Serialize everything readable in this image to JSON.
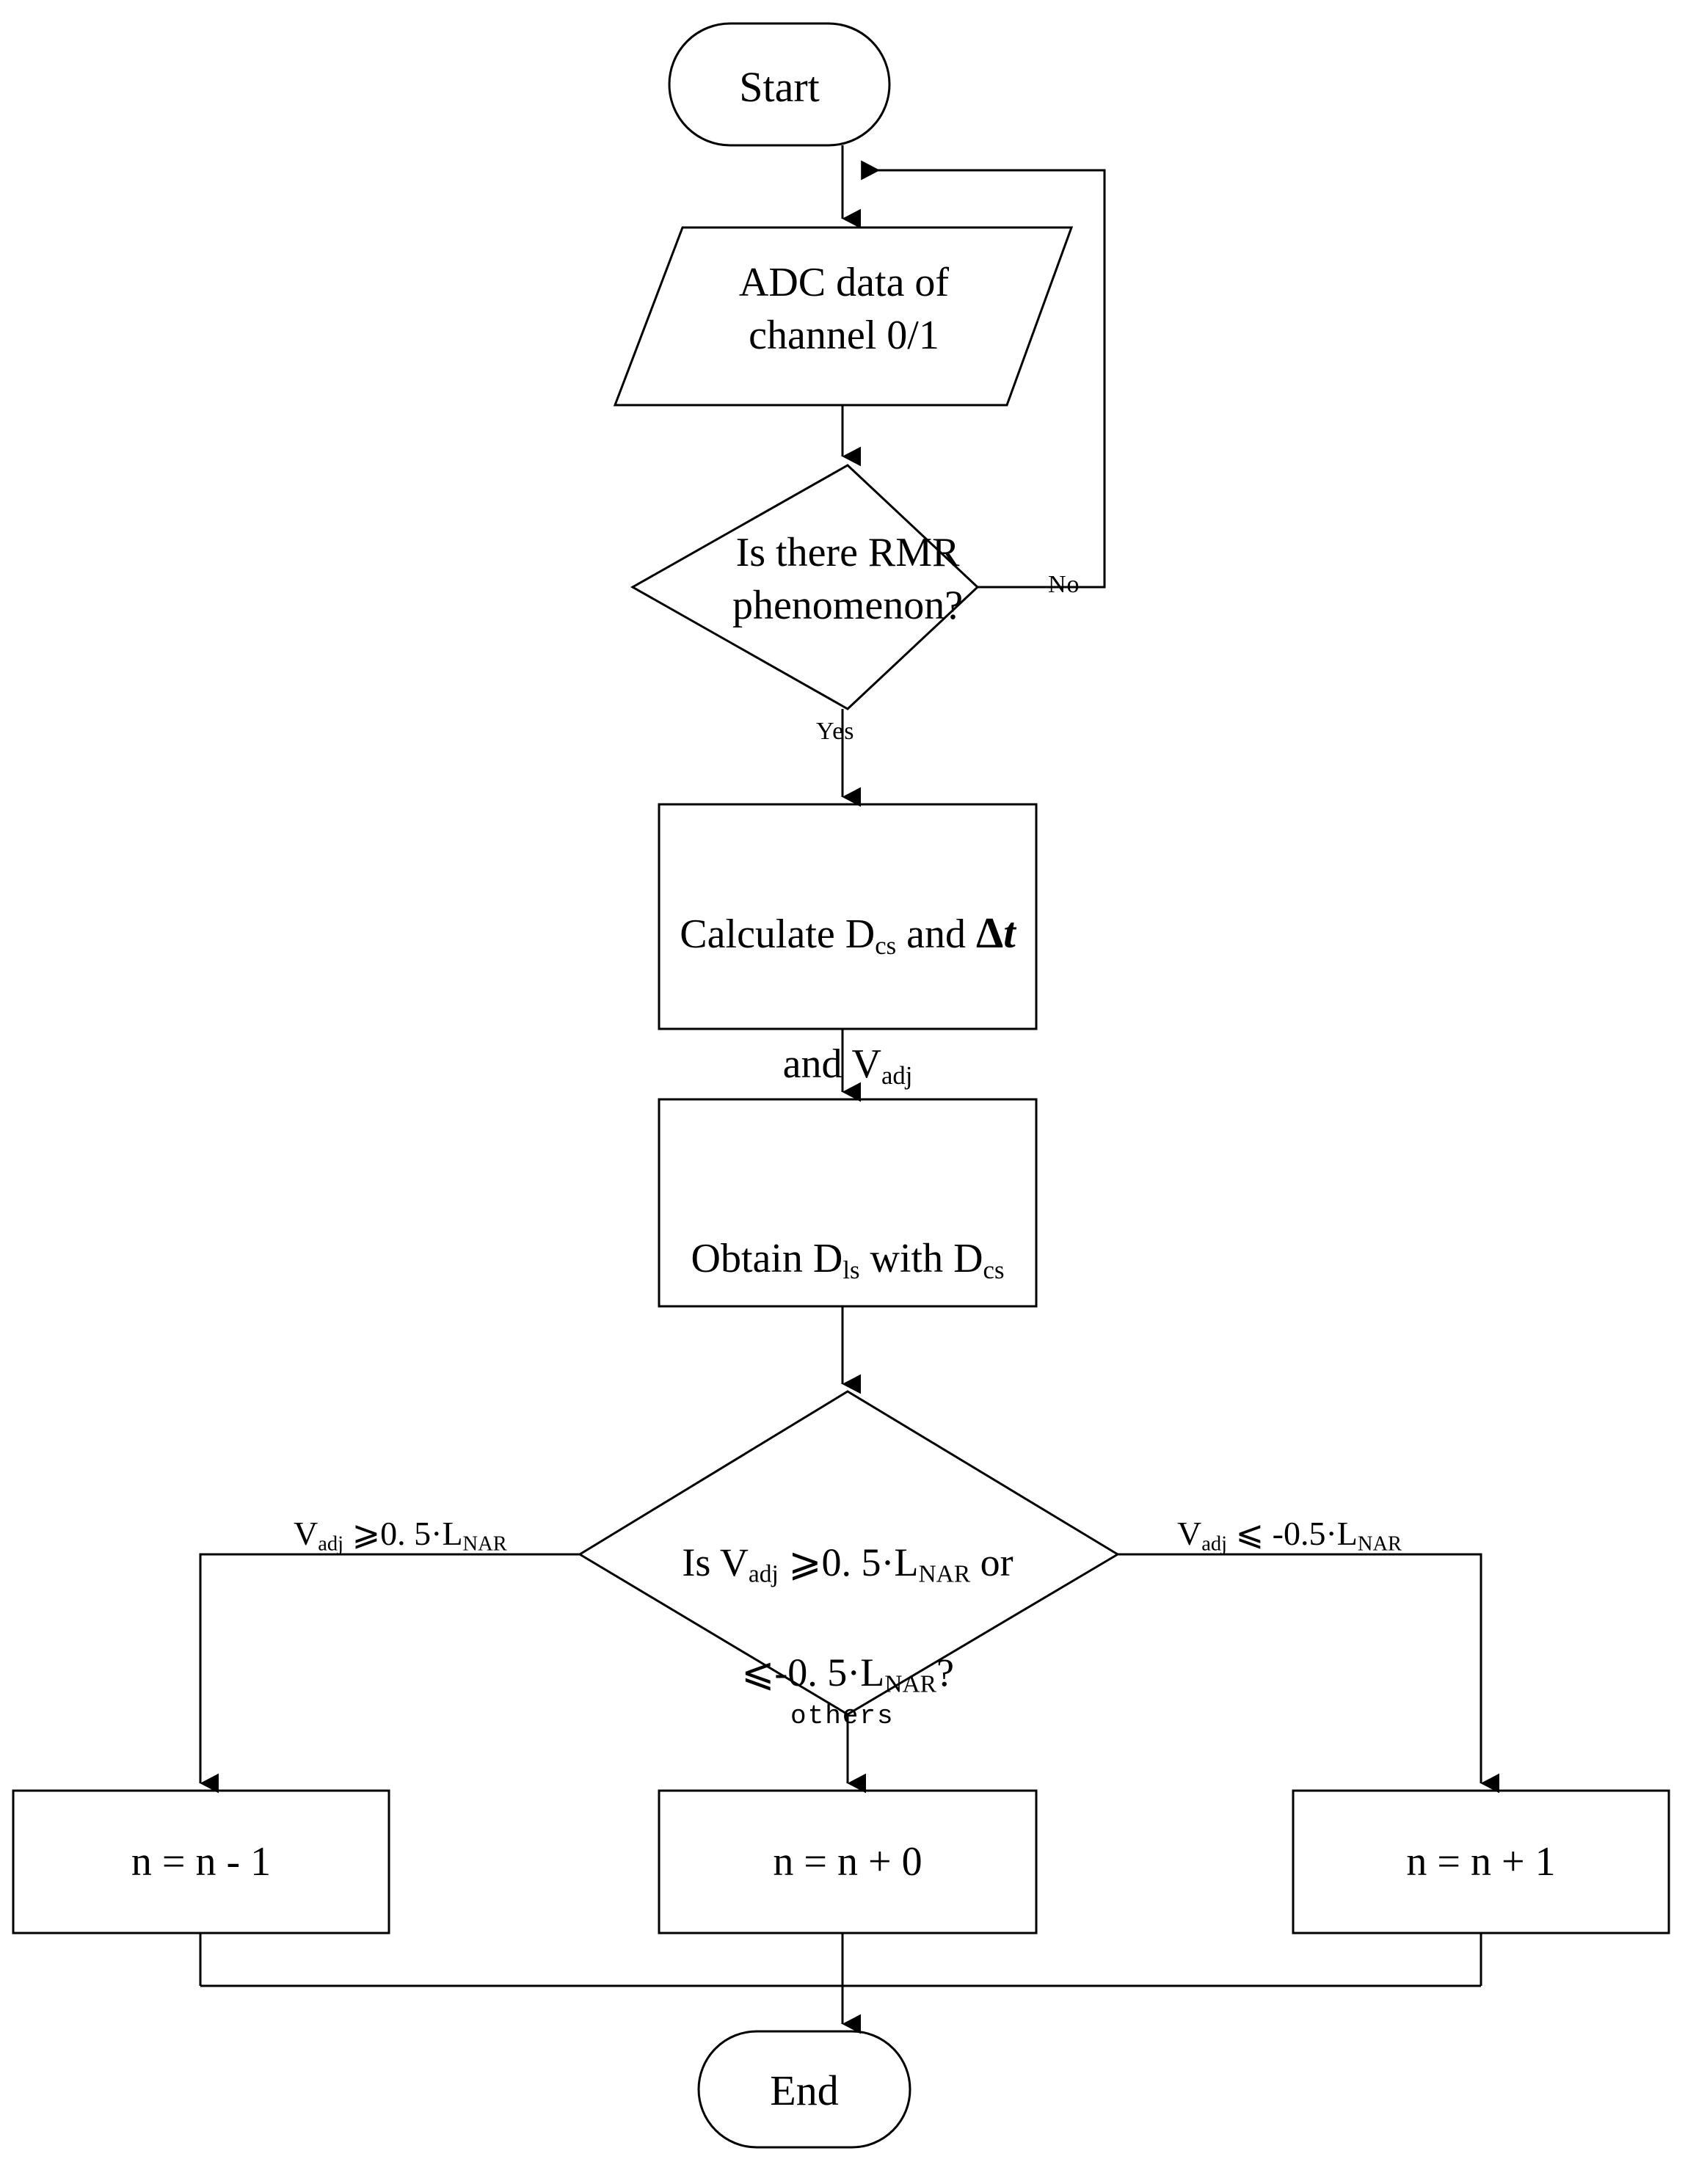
{
  "diagram": {
    "title": "RMR compensation algorithm flowchart",
    "type": "flowchart",
    "stroke_color": "#000000",
    "fill_color": "#ffffff",
    "background": "#ffffff"
  },
  "nodes": {
    "start": {
      "shape": "terminal",
      "label": "Start"
    },
    "adc_input": {
      "shape": "input-output",
      "label": "ADC data of\nchannel 0/1"
    },
    "rmr_decision": {
      "shape": "decision",
      "label": "Is there RMR\nphenomenon?"
    },
    "calculate": {
      "shape": "process",
      "line1_a": "Calculate D",
      "line1_sub": "cs",
      "line1_b": " and ",
      "line1_delta": "Δ",
      "line1_t": "t",
      "line2_a": "and V",
      "line2_sub": "adj"
    },
    "obtain": {
      "shape": "process",
      "a": "Obtain  D",
      "sub1": "ls",
      "b": "  with D",
      "sub2": "cs"
    },
    "vadj_decision": {
      "shape": "decision",
      "line1_a": "Is V",
      "line1_sub": "adj",
      "line1_b": " ⩾0. 5·L",
      "line1_sub2": "NAR",
      "line1_c": " or",
      "line2_a": "⩽-0. 5·L",
      "line2_sub": "NAR",
      "line2_b": "?"
    },
    "n_minus_1": {
      "shape": "process",
      "label": "n = n - 1"
    },
    "n_plus_0": {
      "shape": "process",
      "label": "n = n + 0"
    },
    "n_plus_1": {
      "shape": "process",
      "label": "n = n + 1"
    },
    "end": {
      "shape": "terminal",
      "label": "End"
    }
  },
  "edge_labels": {
    "no": "No",
    "yes": "Yes",
    "others": "others",
    "left_branch_a": "V",
    "left_branch_sub": "adj",
    "left_branch_b": " ⩾0. 5·L",
    "left_branch_sub2": "NAR",
    "right_branch_a": "V",
    "right_branch_sub": "adj",
    "right_branch_b": " ⩽ -0.5·L",
    "right_branch_sub2": "NAR"
  }
}
